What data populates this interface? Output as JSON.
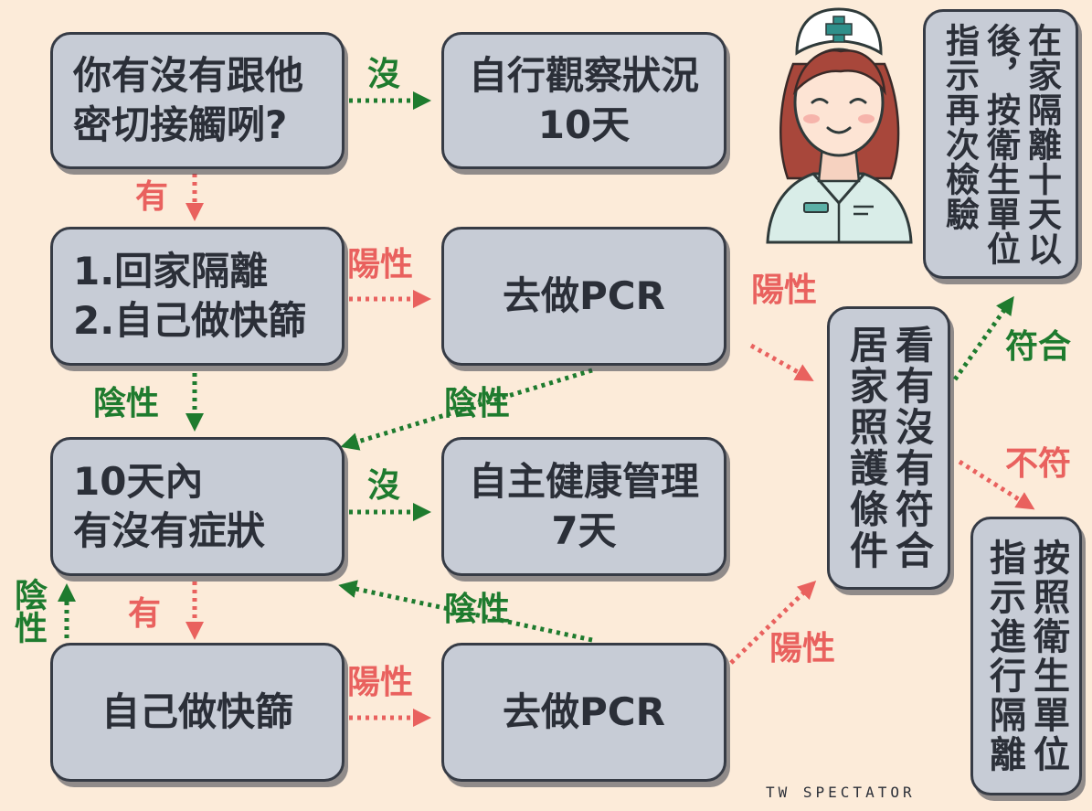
{
  "boxes": {
    "close_contact_question": {
      "lines": [
        "你有沒有跟他",
        "密切接觸咧?"
      ]
    },
    "self_observe": {
      "lines": [
        "自行觀察狀況",
        "10天"
      ]
    },
    "home_isolation": {
      "lines": [
        "1.回家隔離",
        "2.自己做快篩"
      ]
    },
    "pcr_first": {
      "lines": [
        "去做PCR"
      ]
    },
    "symptoms_question": {
      "lines": [
        "10天內",
        "有沒有症狀"
      ]
    },
    "self_health_management": {
      "lines": [
        "自主健康管理",
        "7天"
      ]
    },
    "rapid_test": {
      "lines": [
        "自己做快篩"
      ]
    },
    "pcr_second": {
      "lines": [
        "去做PCR"
      ]
    },
    "home_care_check": {
      "columns": [
        "看有沒有符合",
        "居家照護條件"
      ]
    },
    "retest_after_isolation": {
      "columns": [
        "在家隔離十天以",
        "後，按衛生單位",
        "指示再次檢驗"
      ]
    },
    "follow_health_unit": {
      "columns": [
        "按照衛生單位",
        "指示進行隔離"
      ]
    }
  },
  "labels": {
    "no_contact": "沒",
    "yes_contact": "有",
    "positive_rapid_1": "陽性",
    "negative_rapid_1": "陰性",
    "negative_pcr_1": "陰性",
    "positive_pcr_1": "陽性",
    "no_symptoms": "沒",
    "yes_symptoms": "有",
    "negative_rapid_2": "陰性",
    "negative_pcr_2": "陰性",
    "positive_rapid_2": "陽性",
    "positive_pcr_2": "陽性",
    "meets": "符合",
    "not_meets": "不符"
  },
  "footer": "TW SPECTATOR",
  "icons": [
    "nurse-illustration"
  ],
  "colors": {
    "background": "#fcebd9",
    "box": "#c7ccd6",
    "text": "#2b2f38",
    "green": "#1e7b2e",
    "red": "#e9615e"
  }
}
